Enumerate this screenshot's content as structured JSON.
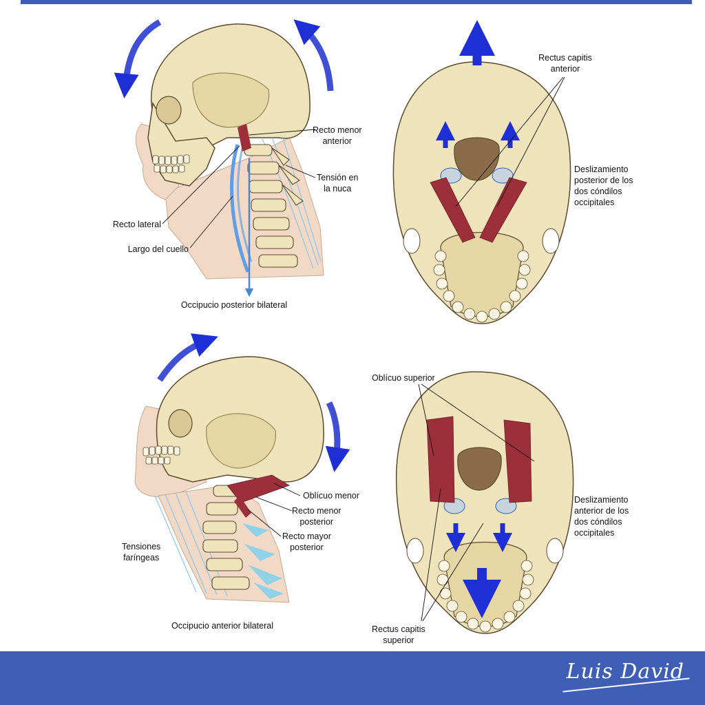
{
  "colors": {
    "bone": "#efe3bb",
    "bone_shade": "#d9c895",
    "outline": "#5b4a2e",
    "skin": "#f2d9c6",
    "muscle": "#9c2f3a",
    "ligament": "#8cc6e8",
    "arrow_blue": "#1f2fd6",
    "banner_blue": "#3f5eb5"
  },
  "labels": {
    "recto_menor_anterior": "Recto menor\nanterior",
    "tension_nuca": "Tensión en\nla nuca",
    "recto_lateral": "Recto lateral",
    "largo_cuello": "Largo del cuello",
    "occipucio_posterior": "Occipucio posterior bilateral",
    "rectus_capitis_anterior": "Rectus capitis\nanterior",
    "deslizamiento_posterior": "Deslizamiento\nposterior de los\ndos cóndilos\noccipitales",
    "obliquo_menor": "Oblícuo menor",
    "recto_menor_posterior": "Recto menor\nposterior",
    "recto_mayor_posterior": "Recto mayor\nposterior",
    "tensiones_faringeas": "Tensiones\nfaríngeas",
    "occipucio_anterior": "Occipucio anterior bilateral",
    "obliquo_superior": "Oblícuo superior",
    "deslizamiento_anterior": "Deslizamiento\nanterior de los\ndos cóndilos\noccipitales",
    "rectus_capitis_superior": "Rectus capitis\nsuperior"
  },
  "signature": "Luis David"
}
